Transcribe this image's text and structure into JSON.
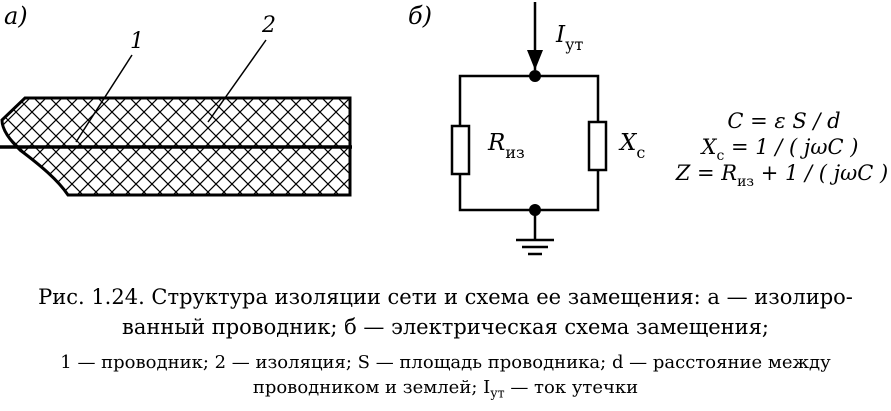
{
  "panel_a": {
    "label": "а)",
    "callout_1": "1",
    "callout_2": "2"
  },
  "panel_b": {
    "label": "б)",
    "current_symbol": "I",
    "current_sub": "ут",
    "r_symbol": "R",
    "r_sub": "из",
    "x_symbol": "X",
    "x_sub": "c"
  },
  "formulas": {
    "f1": "C = ε S / d",
    "f2_lhs": "X",
    "f2_sub": "c",
    "f2_rhs": " = 1 / ( jωC )",
    "f3_lhs": "Z = R",
    "f3_sub": "из",
    "f3_rhs": " + 1 / ( jωC )"
  },
  "caption": {
    "line1": "Рис. 1.24. Структура изоляции сети и схема ее замещения: а — изолиро-",
    "line2": "ванный проводник; б — электрическая схема замещения;",
    "line3": "1 — проводник; 2 — изоляция; S — площадь проводника; d — расстояние между",
    "line4_a": "проводником и землей; I",
    "line4_sub": "ут",
    "line4_b": " — ток утечки"
  },
  "colors": {
    "ink": "#000000",
    "background": "#ffffff"
  }
}
